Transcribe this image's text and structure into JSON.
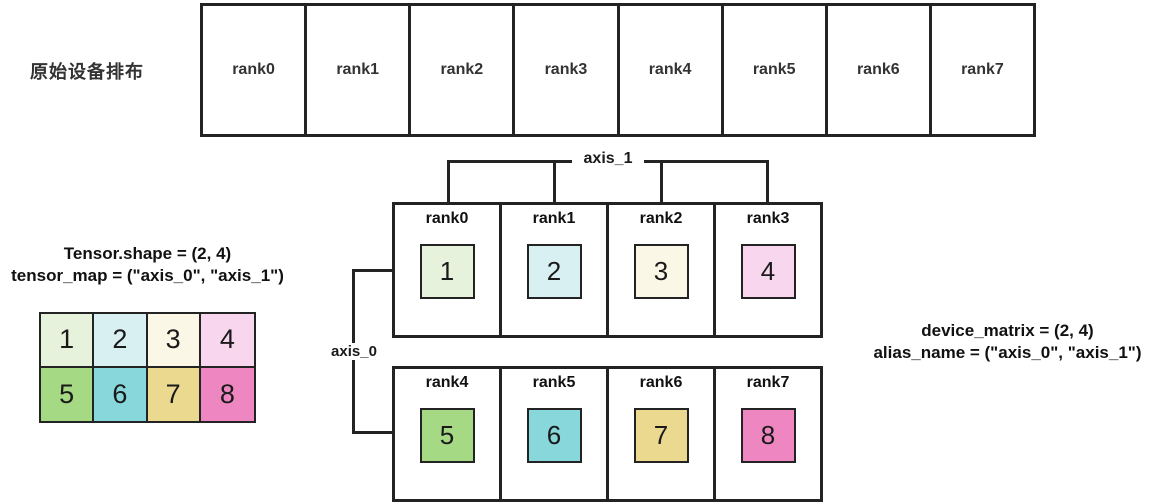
{
  "original_row": {
    "label": "原始设备排布",
    "ranks": [
      "rank0",
      "rank1",
      "rank2",
      "rank3",
      "rank4",
      "rank5",
      "rank6",
      "rank7"
    ]
  },
  "axes": {
    "axis_0": "axis_0",
    "axis_1": "axis_1"
  },
  "device_grid": {
    "rows": [
      {
        "cells": [
          {
            "rank": "rank0",
            "value": "1",
            "color": "#e6f2dc"
          },
          {
            "rank": "rank1",
            "value": "2",
            "color": "#d9f0f2"
          },
          {
            "rank": "rank2",
            "value": "3",
            "color": "#faf7e6"
          },
          {
            "rank": "rank3",
            "value": "4",
            "color": "#f8d7ee"
          }
        ]
      },
      {
        "cells": [
          {
            "rank": "rank4",
            "value": "5",
            "color": "#a6d983"
          },
          {
            "rank": "rank5",
            "value": "6",
            "color": "#87d7db"
          },
          {
            "rank": "rank6",
            "value": "7",
            "color": "#ebd990"
          },
          {
            "rank": "rank7",
            "value": "8",
            "color": "#ee87c1"
          }
        ]
      }
    ]
  },
  "tensor_block": {
    "line1": "Tensor.shape = (2, 4)",
    "line2": "tensor_map = (\"axis_0\", \"axis_1\")",
    "rows": [
      {
        "cells": [
          {
            "value": "1",
            "color": "#e6f2dc"
          },
          {
            "value": "2",
            "color": "#d9f0f2"
          },
          {
            "value": "3",
            "color": "#faf7e6"
          },
          {
            "value": "4",
            "color": "#f8d7ee"
          }
        ]
      },
      {
        "cells": [
          {
            "value": "5",
            "color": "#a6d983"
          },
          {
            "value": "6",
            "color": "#87d7db"
          },
          {
            "value": "7",
            "color": "#ebd990"
          },
          {
            "value": "8",
            "color": "#ee87c1"
          }
        ]
      }
    ]
  },
  "right_block": {
    "line1": "device_matrix = (2, 4)",
    "line2": "alias_name = (\"axis_0\", \"axis_1\")"
  },
  "colors": {
    "border": "#232323",
    "text": "#111111"
  }
}
